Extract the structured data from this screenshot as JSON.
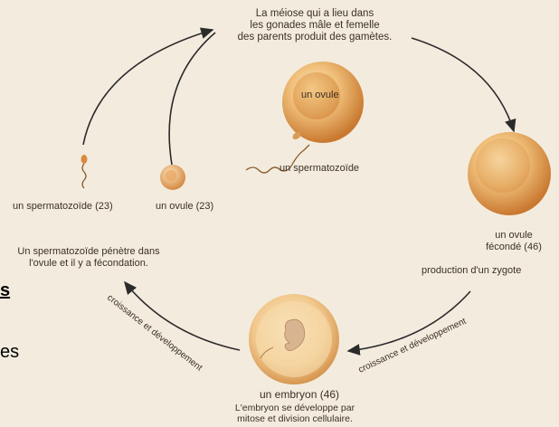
{
  "background": {
    "page_left_fragment": "s",
    "page_left_fragment_2": "es"
  },
  "diagram": {
    "meiosis_text": [
      "La méiose qui a lieu dans",
      "les gonades mâle et femelle",
      "des parents produit des gamètes."
    ],
    "center_ovule_label": "un ovule",
    "center_sperm_label": "un spermatozoïde",
    "gamete_sperm_label": "un spermatozoïde (23)",
    "gamete_ovule_label": "un ovule (23)",
    "fertilization_text": [
      "Un spermatozoïde pénètre dans",
      "l'ovule et il y a fécondation."
    ],
    "fertilized_ovule_label": [
      "un ovule",
      "fécondé (46)"
    ],
    "zygote_label": "production d'un zygote",
    "embryo_label": "un embryon (46)",
    "embryo_desc": [
      "L'embryon se développe par",
      "mitose et division cellulaire."
    ],
    "growth_label_right": "croissance et développement",
    "growth_label_left": "croissance et développement"
  },
  "colors": {
    "background": "#f3ecde",
    "text": "#3b3026",
    "arrow": "#2b2b2b",
    "cell_orange": "#e3a35a",
    "cell_light": "#f7d9a5"
  }
}
